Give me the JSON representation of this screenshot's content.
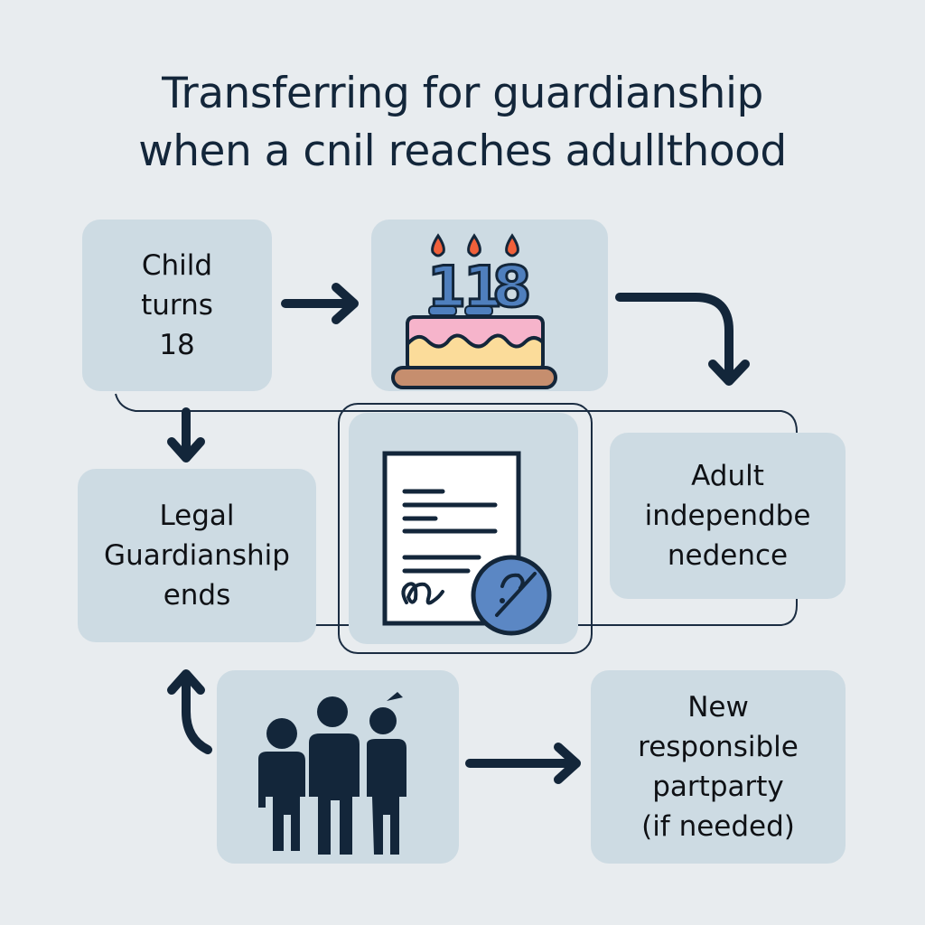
{
  "title": {
    "line1": "Transferring for guardianship",
    "line2": "when a cnil reaches adullthood"
  },
  "nodes": {
    "child_turns_18": {
      "label": "Child\nturns\n18"
    },
    "birthday_cake": {
      "icon": "birthday-cake-icon",
      "candle_digits": "118"
    },
    "legal_guardianship_ends": {
      "label": "Legal\nGuardianship\nends"
    },
    "signed_document": {
      "icon": "signed-document-icon"
    },
    "adult_independence": {
      "label": "Adult\nindependbe\nnedence"
    },
    "family_group": {
      "icon": "family-group-icon"
    },
    "new_responsible_party": {
      "label": "New\nresponsible\npartparty\n(if needed)"
    }
  },
  "colors": {
    "background": "#e8ecef",
    "box_fill": "#cddbe3",
    "ink": "#13263a",
    "accent_blue": "#4f7fbd",
    "flame": "#f0603a",
    "frosting": "#f6b4cb",
    "sponge": "#fbdc9a",
    "plate": "#c68e6e"
  }
}
